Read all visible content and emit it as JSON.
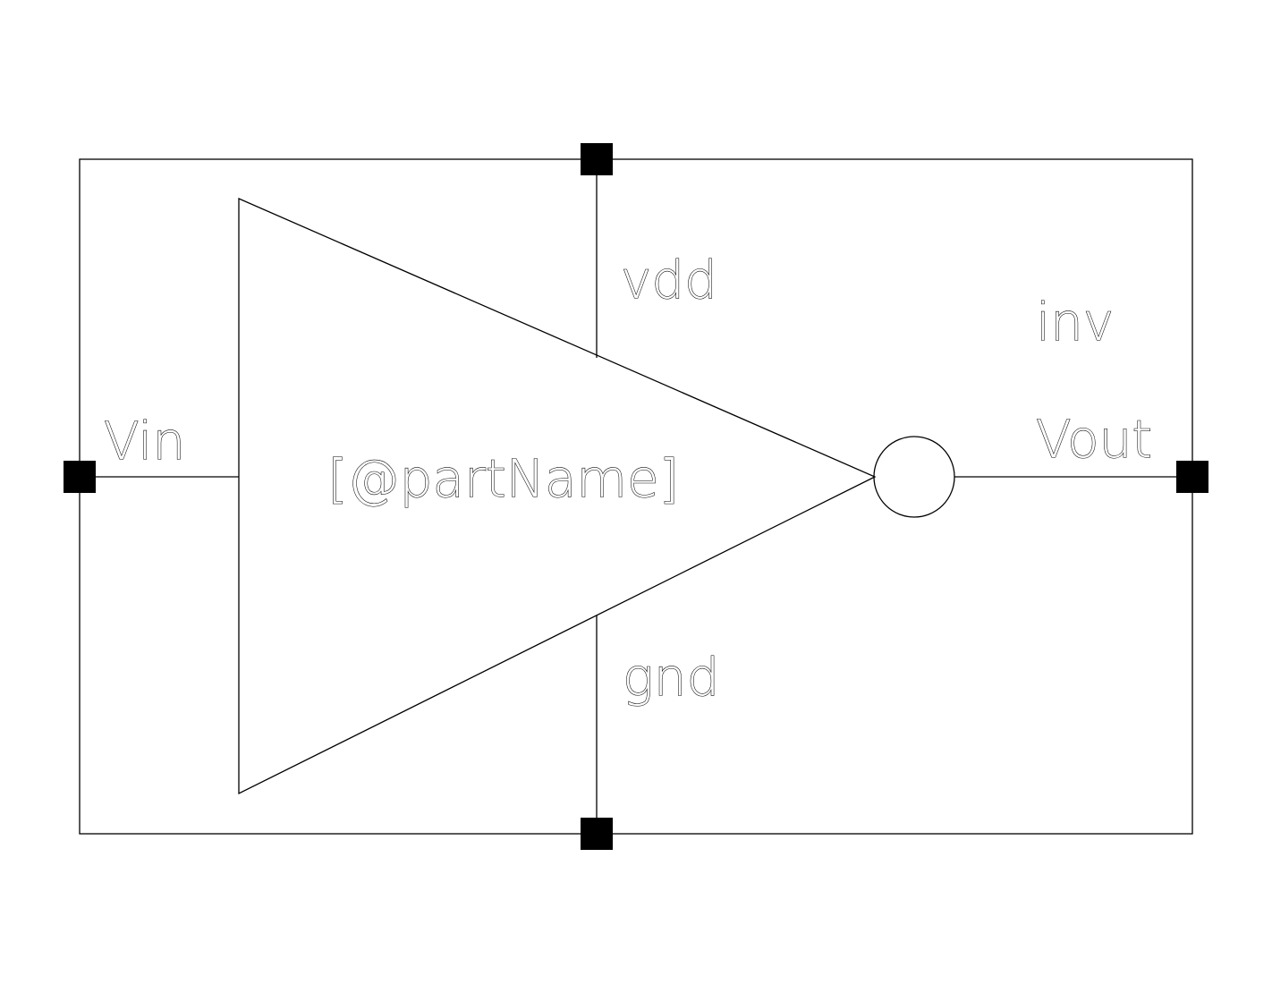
{
  "symbol": {
    "cell_name": "inv",
    "part_name": "[@partName]",
    "pins": {
      "input": "Vin",
      "output": "Vout",
      "power": "vdd",
      "ground": "gnd"
    }
  },
  "colors": {
    "background": "#ffffff",
    "line": "#000000",
    "pin_fill": "#000000"
  }
}
